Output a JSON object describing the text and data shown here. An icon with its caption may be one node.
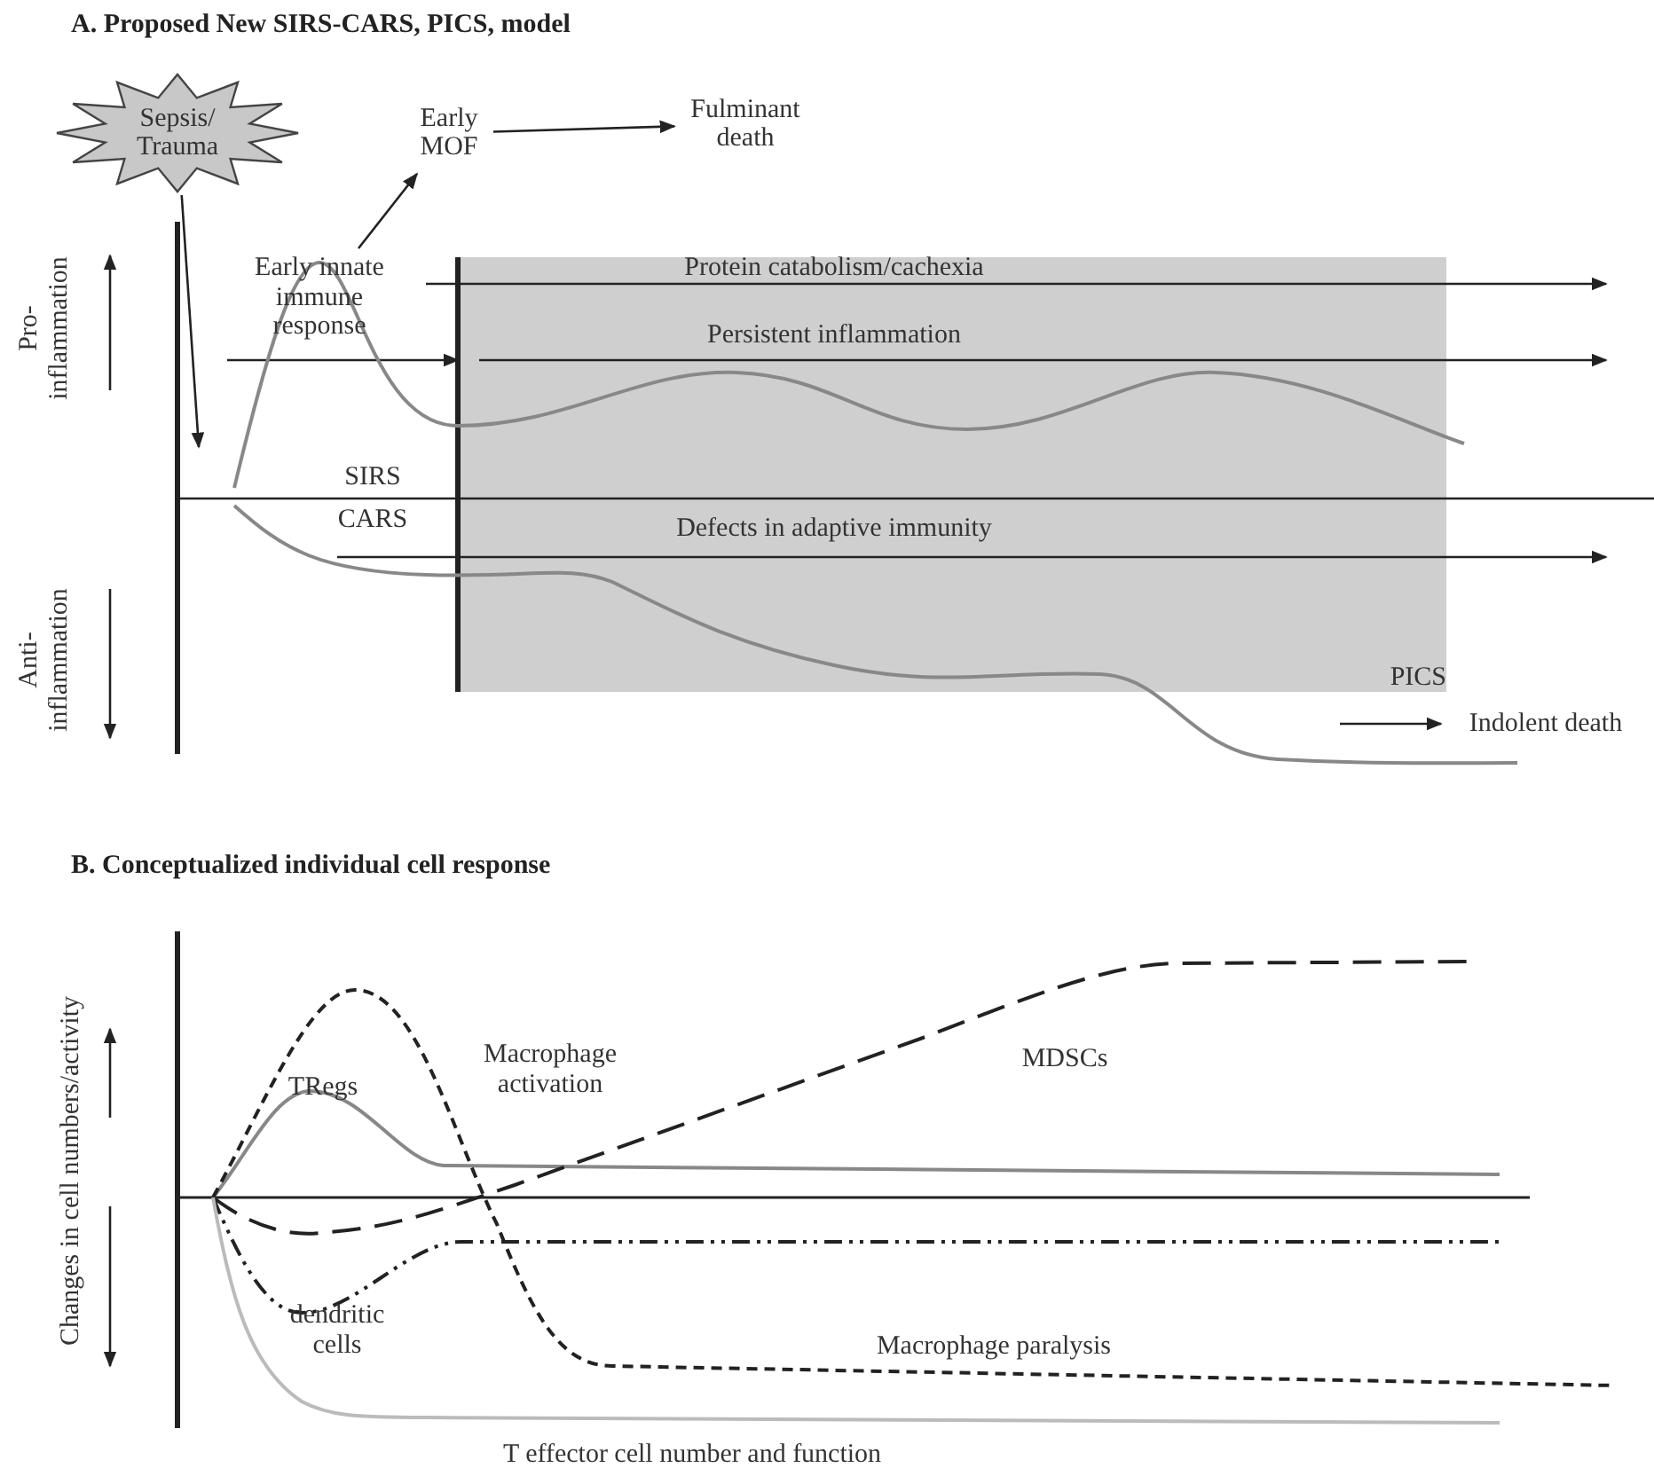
{
  "diagram": {
    "title": "A. Proposed New SIRS-CARS, PICS, model",
    "nodes": [
      {
        "text": [
          "Sepsis/ Trauma"
        ]
      },
      {
        "text": [
          "Early MOF"
        ]
      },
      {
        "text": [
          "Fulminant death"
        ]
      },
      {
        "text": [
          "Early innate immune response"
        ]
      },
      {
        "text": [
          "PICS"
        ]
      },
      {
        "text": [
          "Indolent death"
        ]
      }
    ],
    "edges": [
      {
        "from": 0,
        "to": null,
        "arrow": "to"
      },
      {
        "from": 3,
        "to": 1,
        "arrow": "to"
      },
      {
        "from": 1,
        "to": 2,
        "arrow": "to"
      },
      {
        "from": null,
        "to": 5,
        "arrow": "to"
      }
    ],
    "labels": [
      "Pro- inflammation",
      "Protein catabolism/cachexia",
      "Persistent inflammation",
      "SIRS",
      "CARS",
      "Defects in adaptive immunity",
      "Anti- inflammation",
      "B. Conceptualized individual cell response",
      "Changes in cell numbers/activity",
      "TRegs",
      "Macrophage activation",
      "MDSCs",
      "dendritic cells",
      "Macrophage paralysis",
      "T effector cell number and function"
    ]
  }
}
